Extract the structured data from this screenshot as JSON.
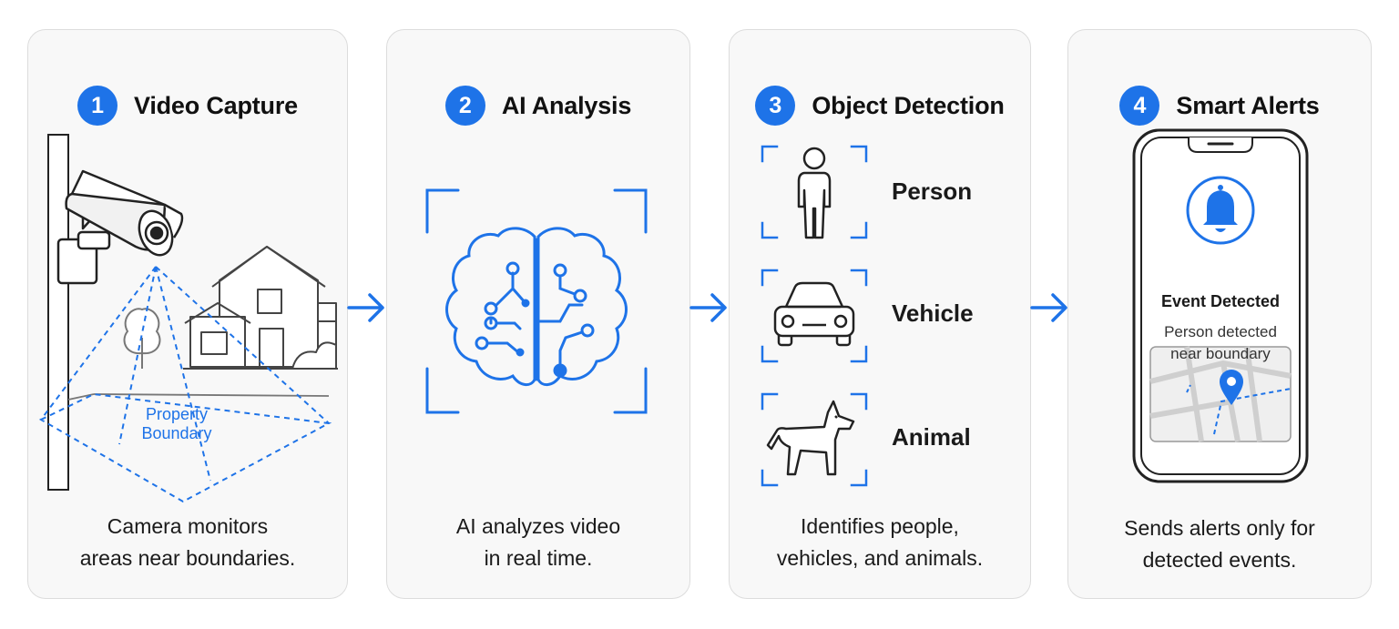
{
  "steps": [
    {
      "number": "1",
      "title": "Video Capture",
      "description": [
        "Camera monitors",
        "areas near boundaries."
      ],
      "boundary_label": [
        "Property",
        "Boundary"
      ]
    },
    {
      "number": "2",
      "title": "AI Analysis",
      "description": [
        "AI analyzes video",
        "in real time."
      ]
    },
    {
      "number": "3",
      "title": "Object Detection",
      "description": [
        "Identifies people,",
        "vehicles, and animals."
      ],
      "detections": [
        "Person",
        "Vehicle",
        "Animal"
      ]
    },
    {
      "number": "4",
      "title": "Smart Alerts",
      "description": [
        "Sends alerts only for",
        "detected events."
      ],
      "alert": {
        "title": "Event Detected",
        "message": [
          "Person detected",
          "near boundary"
        ]
      }
    }
  ],
  "icons": [
    "security-camera-icon",
    "house-icon",
    "tree-icon",
    "brain-circuit-icon",
    "person-icon",
    "car-icon",
    "dog-icon",
    "smartphone-icon",
    "bell-icon",
    "map-pin-icon",
    "arrow-right-icon"
  ],
  "colors": {
    "accent": "#1e73e8",
    "card_background": "#f8f8f8",
    "card_border": "#dcdcdc",
    "line_art": "#222222"
  }
}
